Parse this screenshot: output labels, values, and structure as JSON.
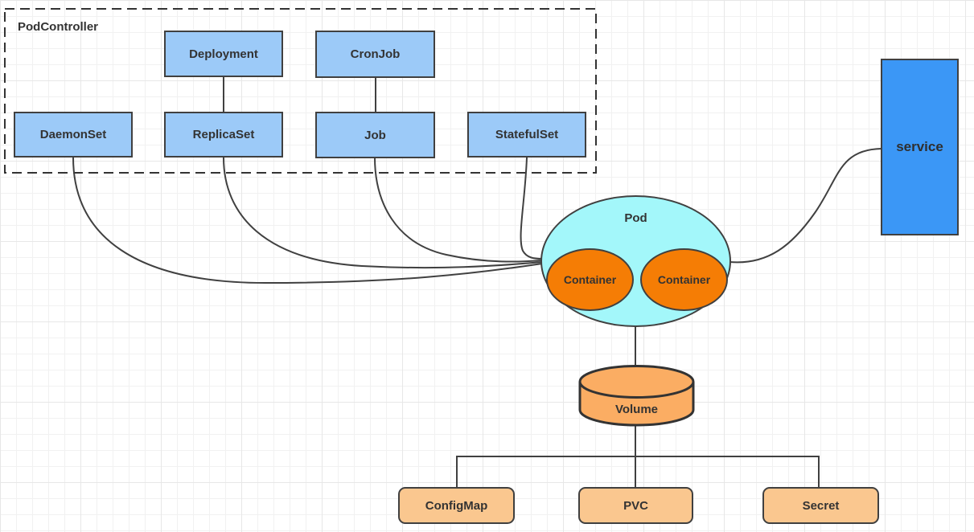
{
  "group": {
    "label": "PodController"
  },
  "controllers": {
    "deployment": {
      "label": "Deployment"
    },
    "cronjob": {
      "label": "CronJob"
    },
    "daemonset": {
      "label": "DaemonSet"
    },
    "replicaset": {
      "label": "ReplicaSet"
    },
    "job": {
      "label": "Job"
    },
    "statefulset": {
      "label": "StatefulSet"
    }
  },
  "pod": {
    "label": "Pod",
    "containers": [
      "Container",
      "Container"
    ]
  },
  "service": {
    "label": "service"
  },
  "volume": {
    "label": "Volume"
  },
  "configs": {
    "configmap": {
      "label": "ConfigMap"
    },
    "pvc": {
      "label": "PVC"
    },
    "secret": {
      "label": "Secret"
    }
  },
  "colors": {
    "controller_fill": "#9ccaf8",
    "pod_fill": "#a3f7fa",
    "container_fill": "#f57d05",
    "service_fill": "#3b97f6",
    "volume_fill": "#fbad63",
    "config_fill": "#fac78f",
    "stroke": "#404040",
    "dashed_border": "#333333",
    "text": "#333333",
    "grid_minor": "#f1f1f1",
    "grid_major": "#e7e7e7"
  }
}
